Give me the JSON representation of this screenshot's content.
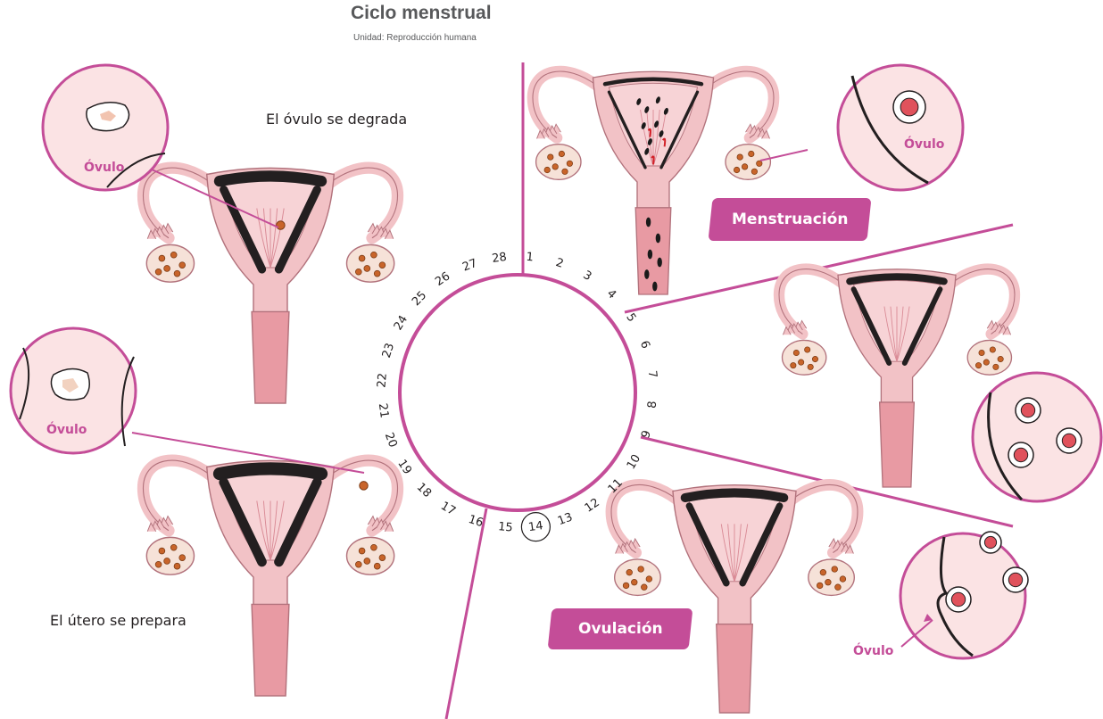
{
  "title": "Ciclo menstrual",
  "subtitle": "Unidad: Reproducción humana",
  "captions": {
    "degrada": "El óvulo se degrada",
    "prepara": "El útero se prepara"
  },
  "phases": {
    "menstruacion": "Menstruación",
    "ovulacion": "Ovulación"
  },
  "ovulo_label": "Óvulo",
  "days": [
    "1",
    "2",
    "3",
    "4",
    "5",
    "6",
    "7",
    "8",
    "9",
    "10",
    "11",
    "12",
    "13",
    "14",
    "15",
    "16",
    "17",
    "18",
    "19",
    "20",
    "21",
    "22",
    "23",
    "24",
    "25",
    "26",
    "27",
    "28"
  ],
  "highlighted_day": "14",
  "colors": {
    "accent": "#c44d98",
    "tissue": "#f2c2c6",
    "tissue_dark": "#e89aa3",
    "ovary": "#f6e2d8",
    "follicle": "#c8642a",
    "lining": "#231f20"
  }
}
